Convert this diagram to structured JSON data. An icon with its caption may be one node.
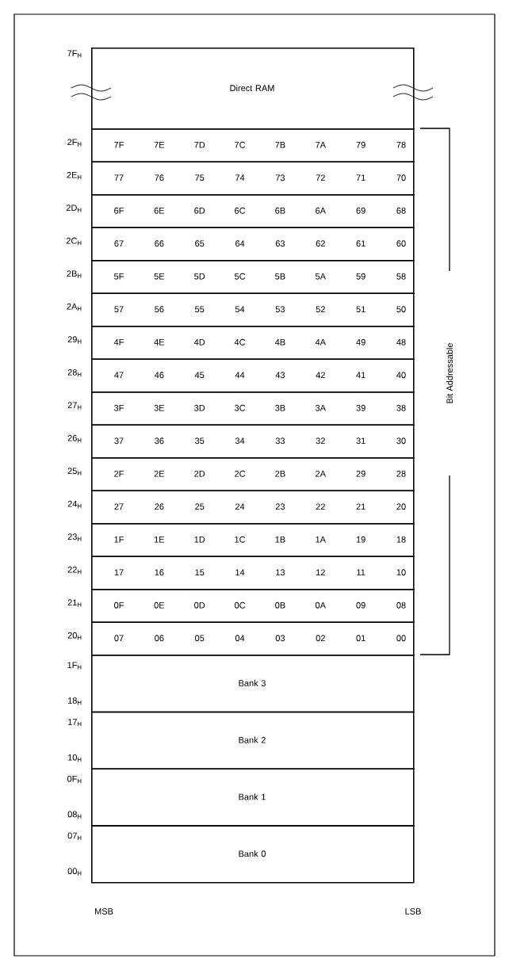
{
  "diagram": {
    "nodes": [
      {
        "text": [
          "Direct RAM"
        ],
        "beside": [
          "7F$_{H}$"
        ]
      },
      {
        "text": [
          "7F",
          "7E",
          "7D",
          "7C",
          "7B",
          "7A",
          "79",
          "78"
        ],
        "beside": [
          "2F$_{H}$"
        ]
      },
      {
        "text": [
          "77",
          "76",
          "75",
          "74",
          "73",
          "72",
          "71",
          "70"
        ],
        "beside": [
          "2E$_{H}$"
        ]
      },
      {
        "text": [
          "6F",
          "6E",
          "6D",
          "6C",
          "6B",
          "6A",
          "69",
          "68"
        ],
        "beside": [
          "2D$_{H}$"
        ]
      },
      {
        "text": [
          "67",
          "66",
          "65",
          "64",
          "63",
          "62",
          "61",
          "60"
        ],
        "beside": [
          "2C$_{H}$"
        ]
      },
      {
        "text": [
          "5F",
          "5E",
          "5D",
          "5C",
          "5B",
          "5A",
          "59",
          "58"
        ],
        "beside": [
          "2B$_{H}$"
        ]
      },
      {
        "text": [
          "57",
          "56",
          "55",
          "54",
          "53",
          "52",
          "51",
          "50"
        ],
        "beside": [
          "2A$_{H}$"
        ]
      },
      {
        "text": [
          "4F",
          "4E",
          "4D",
          "4C",
          "4B",
          "4A",
          "49",
          "48"
        ],
        "beside": [
          "29$_{H}$"
        ]
      },
      {
        "text": [
          "47",
          "46",
          "45",
          "44",
          "43",
          "42",
          "41",
          "40"
        ],
        "beside": [
          "28$_{H}$"
        ]
      },
      {
        "text": [
          "3F",
          "3E",
          "3D",
          "3C",
          "3B",
          "3A",
          "39",
          "38"
        ],
        "beside": [
          "27$_{H}$"
        ]
      },
      {
        "text": [
          "37",
          "36",
          "35",
          "34",
          "33",
          "32",
          "31",
          "30"
        ],
        "beside": [
          "26$_{H}$"
        ]
      },
      {
        "text": [
          "2F",
          "2E",
          "2D",
          "2C",
          "2B",
          "2A",
          "29",
          "28"
        ],
        "beside": [
          "25$_{H}$"
        ]
      },
      {
        "text": [
          "27",
          "26",
          "25",
          "24",
          "23",
          "22",
          "21",
          "20"
        ],
        "beside": [
          "24$_{H}$"
        ]
      },
      {
        "text": [
          "1F",
          "1E",
          "1D",
          "1C",
          "1B",
          "1A",
          "19",
          "18"
        ],
        "beside": [
          "23$_{H}$"
        ]
      },
      {
        "text": [
          "17",
          "16",
          "15",
          "14",
          "13",
          "12",
          "11",
          "10"
        ],
        "beside": [
          "22$_{H}$"
        ]
      },
      {
        "text": [
          "0F",
          "0E",
          "0D",
          "0C",
          "0B",
          "0A",
          "09",
          "08"
        ],
        "beside": [
          "21$_{H}$"
        ]
      },
      {
        "text": [
          "07",
          "06",
          "05",
          "04",
          "03",
          "02",
          "01",
          "00"
        ],
        "beside": [
          "20$_{H}$"
        ]
      },
      {
        "text": [
          "Bank 3"
        ],
        "beside": [
          "1F$_{H}$",
          "18$_{H}$"
        ]
      },
      {
        "text": [
          "Bank 2"
        ],
        "beside": [
          "17$_{H}$",
          "10$_{H}$"
        ]
      },
      {
        "text": [
          "Bank 1"
        ],
        "beside": [
          "0F$_{H}$",
          "08$_{H}$"
        ]
      },
      {
        "text": [
          "Bank 0"
        ],
        "beside": [
          "07$_{H}$",
          "00$_{H}$"
        ]
      }
    ],
    "labels": [
      "Bit Addressable",
      "MSB",
      "LSB"
    ]
  }
}
